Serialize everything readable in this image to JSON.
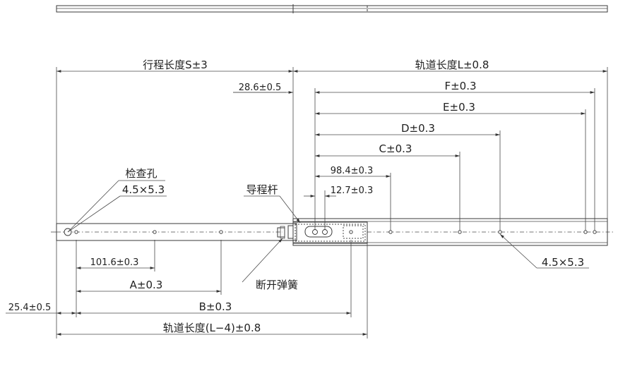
{
  "labels": {
    "stroke": "行程长度S±3",
    "rail_length": "轨道长度L±0.8",
    "offset_28": "28.6±0.5",
    "F": "F±0.3",
    "E": "E±0.3",
    "D": "D±0.3",
    "C": "C±0.3",
    "d98": "98.4±0.3",
    "d12": "12.7±0.3",
    "inspection_hole": "检查孔",
    "inspection_size": "4.5×5.3",
    "guide_lever": "导程杆",
    "d101": "101.6±0.3",
    "A": "A±0.3",
    "B": "B±0.3",
    "d25": "25.4±0.5",
    "inner_rail": "轨道长度(L−4)±0.8",
    "disconnect_spring": "断开弹簧",
    "hole_size_right": "4.5×5.3"
  }
}
